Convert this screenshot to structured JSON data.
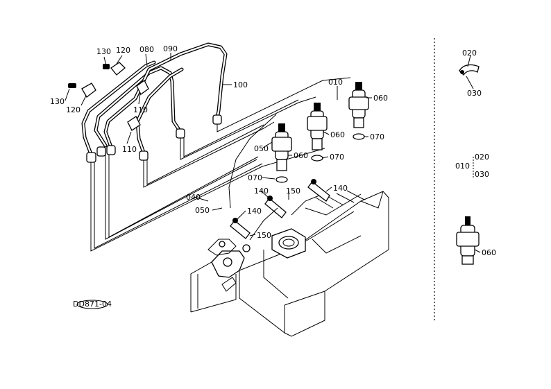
{
  "labels": {
    "p130a": "130",
    "p120a": "120",
    "p080": "080",
    "p090": "090",
    "p100": "100",
    "p130b": "130",
    "p120b": "120",
    "p110a": "110",
    "p110b": "110",
    "p010": "010",
    "p060a": "060",
    "p060b": "060",
    "p060c": "060",
    "p070a": "070",
    "p070b": "070",
    "p070c": "070",
    "p050a": "050",
    "p040": "040",
    "p050b": "050",
    "p140a": "140",
    "p150a": "150",
    "p140b": "140",
    "p140c": "140",
    "p150b": "150",
    "r020": "020",
    "r030": "030",
    "r010": "010",
    "r020b": "020",
    "r030b": "030",
    "r060": "060"
  },
  "stamp": "DD871-04"
}
